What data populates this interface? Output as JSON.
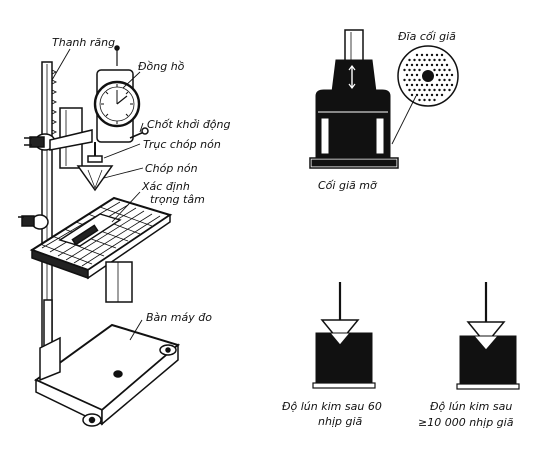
{
  "labels": {
    "thanh_rang": "Thanh răng",
    "dong_ho": "Đồng hồ",
    "chot_khoi_dong": "Chốt khởi động",
    "truc_chop_non": "Trục chóp nón",
    "chop_non": "Chóp nón",
    "xac_dinh": "Xác định",
    "trong_tam": "trọng tâm",
    "ban_may_do": "Bàn máy đo",
    "dia_coi_gia": "Đĩa cối giã",
    "coi_gia_mo": "Cối giã mỡ",
    "do_lun_60_line1": "Độ lún kim sau 60",
    "do_lun_60_line2": "nhịp giã",
    "do_lun_10000_line1": "Độ lún kim sau",
    "do_lun_10000_line2": "≥10 000 nhịp giã"
  }
}
